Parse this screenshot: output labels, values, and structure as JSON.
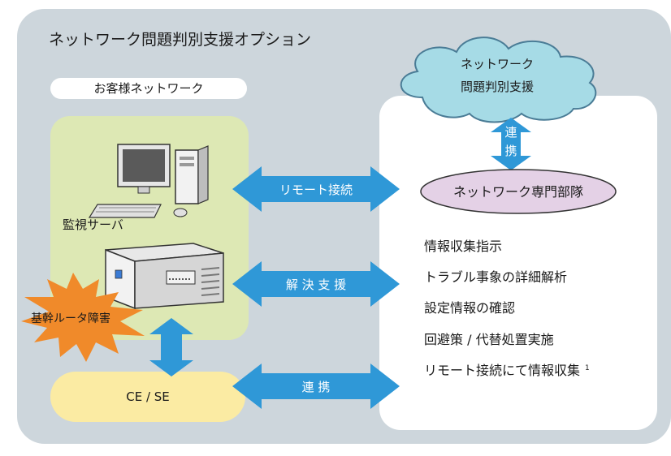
{
  "title": "ネットワーク問題判別支援オプション",
  "customer_network_label": "お客様ネットワーク",
  "monitor_server_label": "監視サーバ",
  "fault_label": "基幹ルータ障害",
  "cese_label": "CE / SE",
  "cloud": {
    "line1": "ネットワーク",
    "line2": "問題判別支援"
  },
  "link_vertical": {
    "char1": "連",
    "char2": "携"
  },
  "network_team_label": "ネットワーク専門部隊",
  "arrows": {
    "remote": "リモート接続",
    "support": "解 決 支 援",
    "cooperation": "連 携"
  },
  "tasks": [
    "情報収集指示",
    "トラブル事象の詳細解析",
    "設定情報の確認",
    "回避策 / 代替処置実施",
    "リモート接続にて情報収集"
  ],
  "task_footnote": "1",
  "colors": {
    "panel": "#cdd6dc",
    "arrow": "#2f98d7",
    "cloud": "#a6dbe6",
    "team_ellipse": "#e4d1e6",
    "burst": "#f08a2a"
  }
}
